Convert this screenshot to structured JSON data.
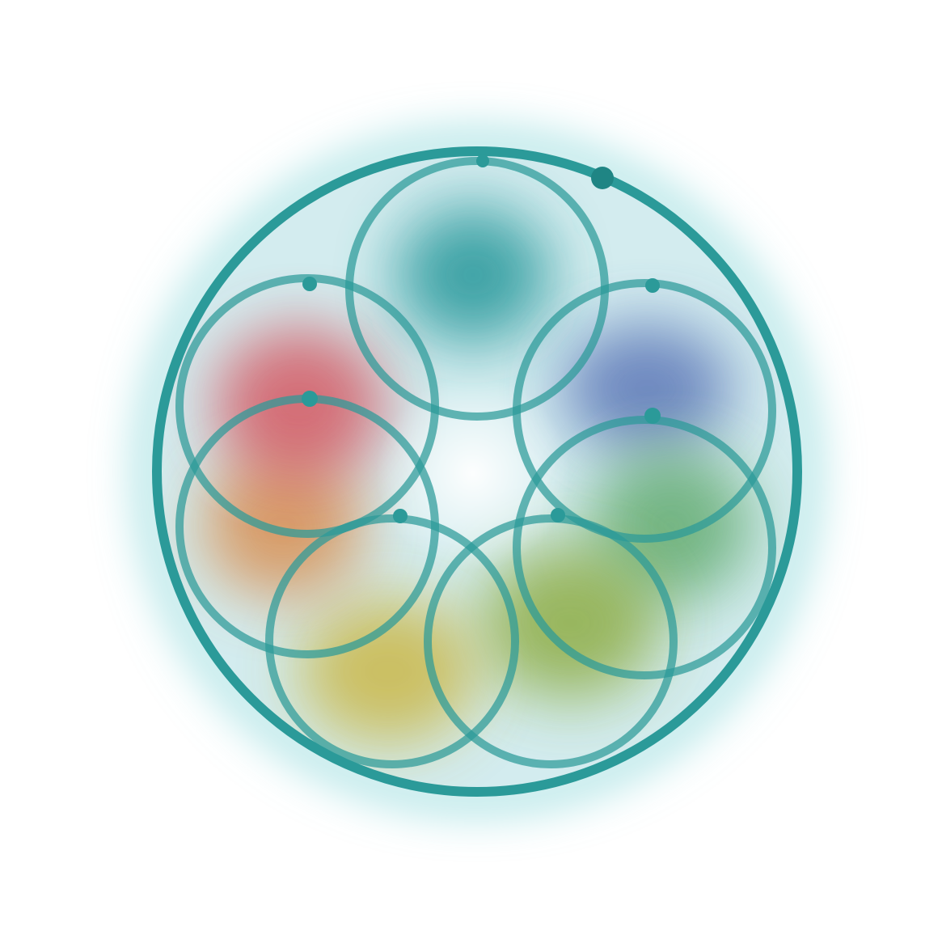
{
  "emblem": {
    "name": "flower-of-life-emblem",
    "colors": {
      "outline": "#2b9a99",
      "outline_dark": "#1f8584",
      "glow": "#7fd3d6",
      "fill": "#d3ecef",
      "center": "#eef8f9"
    },
    "petals": [
      {
        "name": "petal-top",
        "blob_color": "#2e9b9f"
      },
      {
        "name": "petal-upper-right",
        "blob_color": "#5570b4"
      },
      {
        "name": "petal-lower-right",
        "blob_color": "#5da86a"
      },
      {
        "name": "petal-bottom-right",
        "blob_color": "#8aa93a"
      },
      {
        "name": "petal-bottom-left",
        "blob_color": "#c9b43c"
      },
      {
        "name": "petal-lower-left",
        "blob_color": "#d98a4a"
      },
      {
        "name": "petal-upper-left",
        "blob_color": "#d4505a"
      }
    ]
  }
}
